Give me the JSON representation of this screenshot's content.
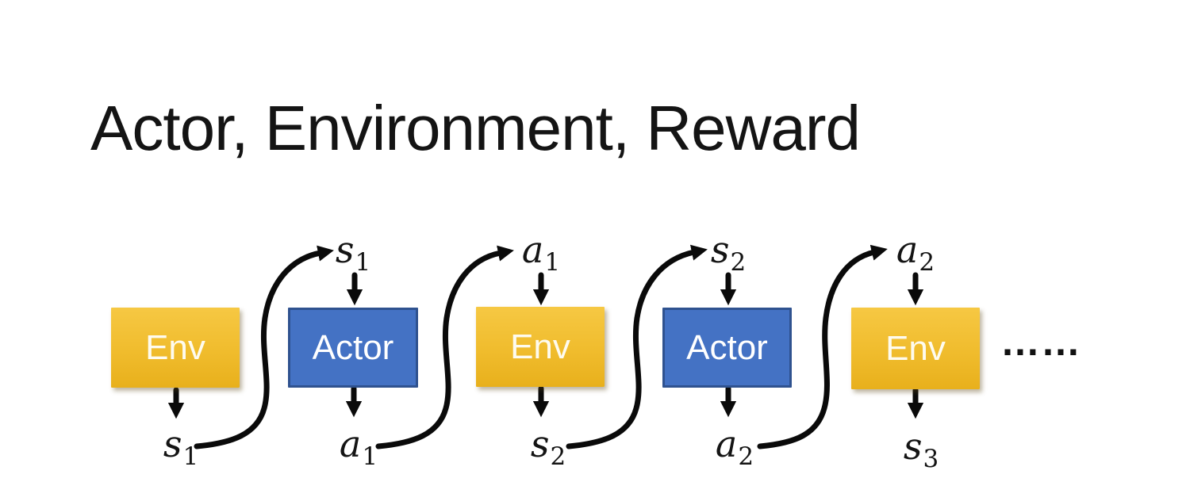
{
  "slide": {
    "title": "Actor, Environment, Reward",
    "ellipsis": "……"
  },
  "colors": {
    "env_top": "#F6C843",
    "env_mid": "#F0BC2D",
    "env_bottom": "#E8B01C",
    "env_text": "#FEFBEF",
    "actor_fill": "#4472C4",
    "actor_border": "#2F528F",
    "arrow": "#0A0A0A",
    "title_text": "#141414"
  },
  "diagram": {
    "boxes": [
      {
        "label": "Env",
        "type": "env"
      },
      {
        "label": "Actor",
        "type": "actor"
      },
      {
        "label": "Env",
        "type": "env"
      },
      {
        "label": "Actor",
        "type": "actor"
      },
      {
        "label": "Env",
        "type": "env"
      }
    ],
    "top_labels": [
      {
        "base": "s",
        "sub": "1"
      },
      {
        "base": "a",
        "sub": "1"
      },
      {
        "base": "s",
        "sub": "2"
      },
      {
        "base": "a",
        "sub": "2"
      }
    ],
    "bottom_labels": [
      {
        "base": "s",
        "sub": "1"
      },
      {
        "base": "a",
        "sub": "1"
      },
      {
        "base": "s",
        "sub": "2"
      },
      {
        "base": "a",
        "sub": "2"
      },
      {
        "base": "s",
        "sub": "3"
      }
    ]
  }
}
